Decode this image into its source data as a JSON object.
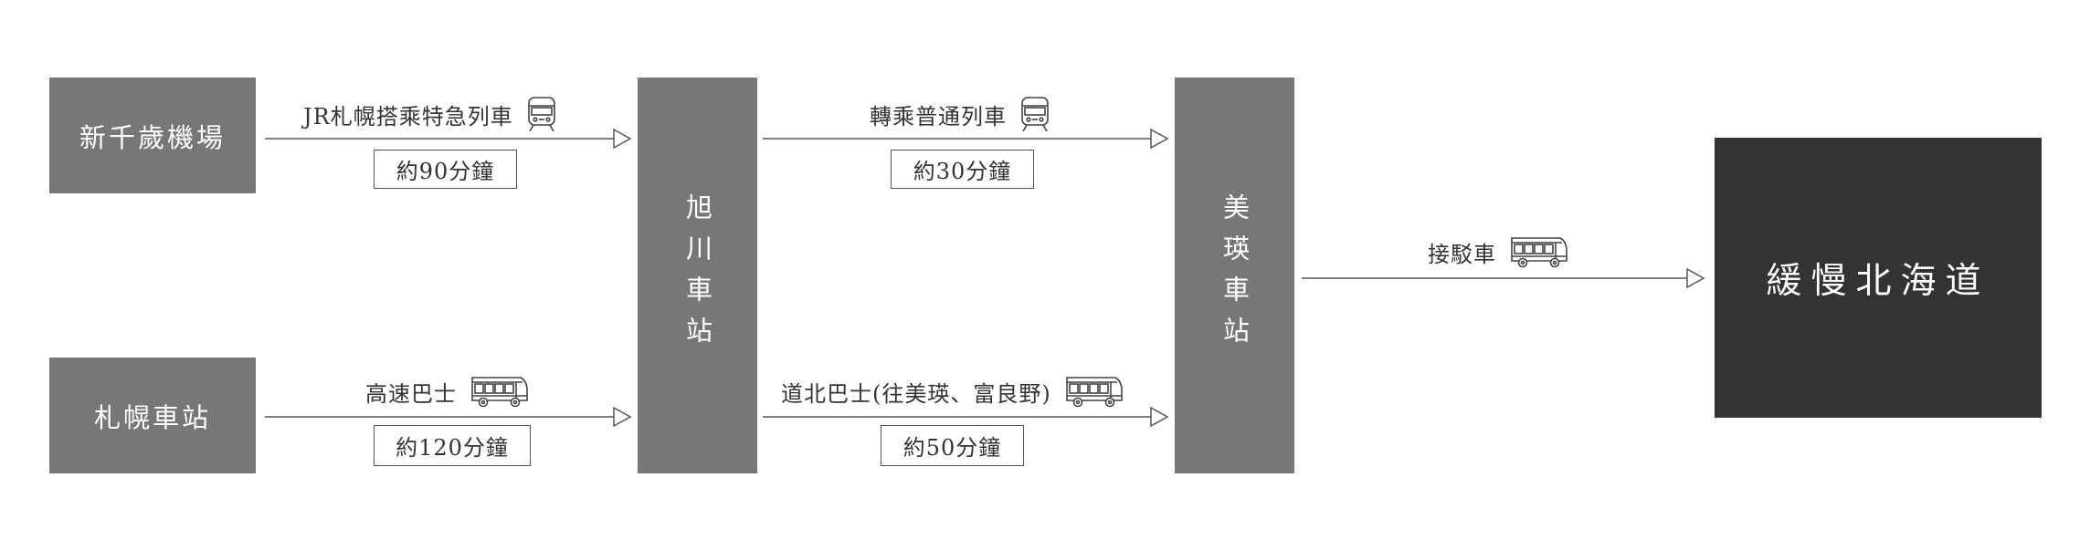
{
  "nodes": {
    "new_chitose": "新千歲機場",
    "sapporo": "札幌車站",
    "asahikawa": "旭川車站",
    "biei": "美瑛車站",
    "destination": "緩慢北海道"
  },
  "routes": {
    "jr_express": {
      "label": "JR札幌搭乘特急列車",
      "icon": "train-icon",
      "time": "約90分鐘"
    },
    "local_train": {
      "label": "轉乘普通列車",
      "icon": "train-icon",
      "time": "約30分鐘"
    },
    "express_bus": {
      "label": "高速巴士",
      "icon": "bus-icon",
      "time": "約120分鐘"
    },
    "dohoku_bus": {
      "label": "道北巴士(往美瑛、富良野)",
      "icon": "bus-icon",
      "time": "約50分鐘"
    },
    "shuttle": {
      "label": "接駁車",
      "icon": "bus-icon"
    }
  },
  "colors": {
    "station": "#777777",
    "destination": "#333333",
    "line": "#555555"
  }
}
